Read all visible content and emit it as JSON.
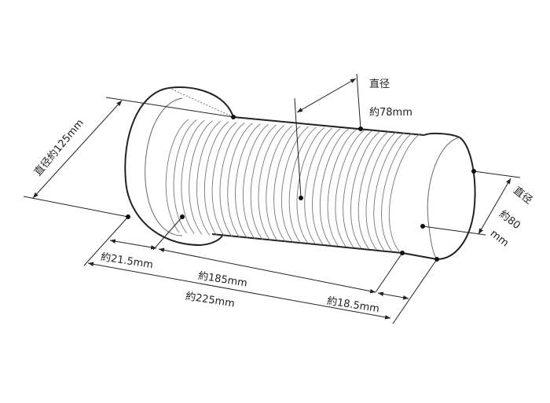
{
  "labels": {
    "flange_diameter": "直径約125mm",
    "hose_diameter_line1": "直径",
    "hose_diameter_line2": "約78mm",
    "end_diameter_line1": "直径",
    "end_diameter_line2": "約80",
    "end_diameter_line3": "mm",
    "flange_length": "約21.5mm",
    "hose_length": "約185mm",
    "end_length": "約18.5mm",
    "total_length": "約225mm"
  },
  "colors": {
    "line": "#222222",
    "rib": "#777777"
  }
}
